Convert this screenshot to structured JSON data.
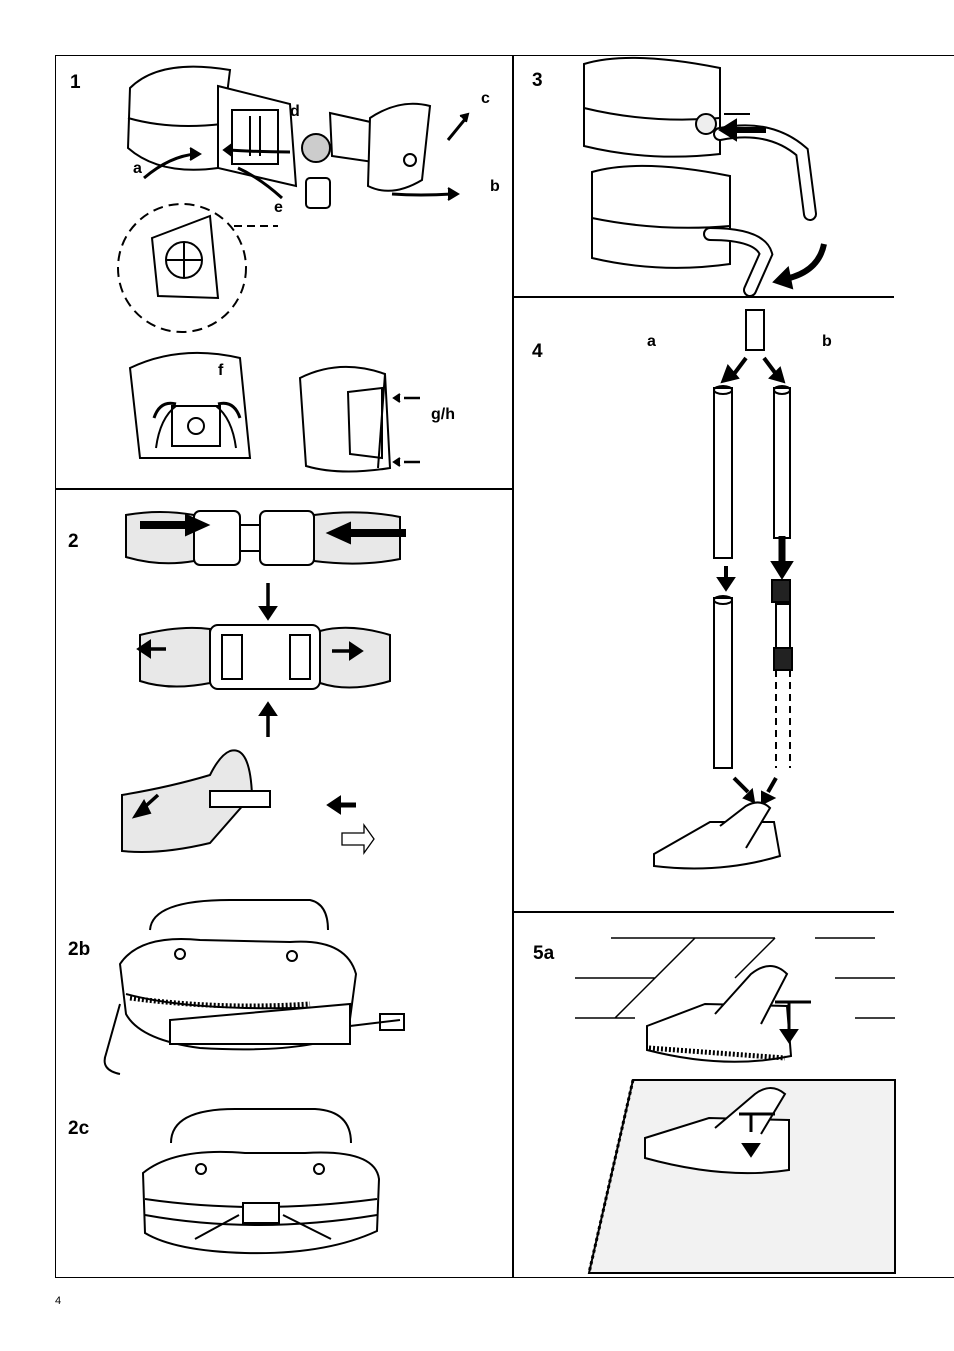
{
  "panels": {
    "p1": {
      "number": "1",
      "labels": {
        "a": "a",
        "b": "b",
        "c": "c",
        "d": "d",
        "e": "e",
        "f": "f",
        "gh": "g/h"
      }
    },
    "p2": {
      "number": "2"
    },
    "p2b": {
      "number": "2b"
    },
    "p2c": {
      "number": "2c"
    },
    "p3": {
      "number": "3"
    },
    "p4": {
      "number": "4",
      "labels": {
        "a": "a",
        "b": "b"
      }
    },
    "p5a": {
      "number": "5a"
    }
  },
  "footer": {
    "page_number": "4"
  },
  "colors": {
    "ink": "#000000",
    "paper": "#ffffff"
  }
}
